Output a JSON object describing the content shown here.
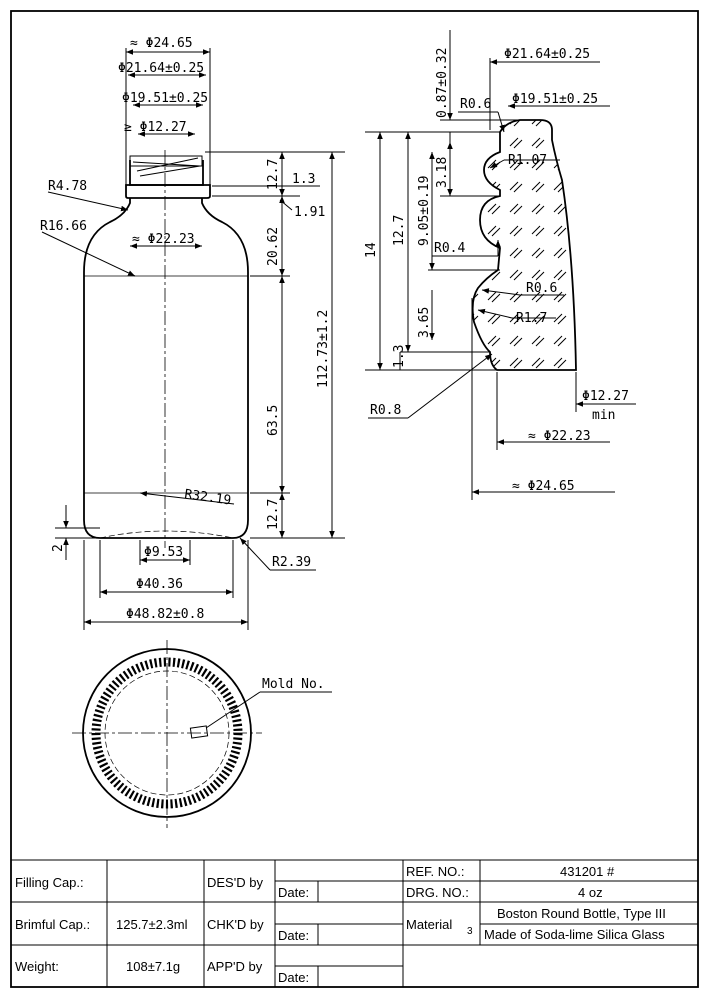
{
  "drawing": {
    "front": {
      "d_top_approx": "≈ Φ24.65",
      "d_thread": "Φ21.64±0.25",
      "d_neck": "Φ19.51±0.25",
      "d_bore": "≥ Φ12.27",
      "r_shoulder_top": "R4.78",
      "r_shoulder": "R16.66",
      "d_neck_base": "≈ Φ22.23",
      "dim_1_3": "1.3",
      "dim_1_91": "1.91",
      "dim_12_7_top": "12.7",
      "dim_20_62": "20.62",
      "dim_63_5": "63.5",
      "dim_12_7_bottom": "12.7",
      "dim_total": "112.73±1.2",
      "r_base": "R32.19",
      "r_heel": "R2.39",
      "dim_2": "2",
      "d_push_up": "Φ9.53",
      "d_bearing": "Φ40.36",
      "d_body": "Φ48.82±0.8"
    },
    "section": {
      "dim_0_87": "0.87±0.32",
      "d_thread": "Φ21.64±0.25",
      "r_0_6_top": "R0.6",
      "d_neck": "Φ19.51±0.25",
      "dim_3_18": "3.18",
      "r_1_07": "R1.07",
      "dim_14": "14",
      "dim_12_7": "12.7",
      "dim_9_05": "9.05±0.19",
      "r_0_4": "R0.4",
      "r_0_6_mid": "R0.6",
      "dim_3_65": "3.65",
      "r_1_7": "R1.7",
      "dim_1_3": "1.3",
      "r_0_8": "R0.8",
      "d_bore": "Φ12.27",
      "d_bore_note": "min",
      "d_neck_base": "≈ Φ22.23",
      "d_top": "≈ Φ24.65"
    },
    "bottom": {
      "mold_label": "Mold No."
    }
  },
  "title_block": {
    "filling_cap_label": "Filling Cap.:",
    "filling_cap_value": "",
    "brimful_cap_label": "Brimful Cap.:",
    "brimful_cap_value": "125.7±2.3ml",
    "weight_label": "Weight:",
    "weight_value": "108±7.1g",
    "desd_label": "DES'D by",
    "chkd_label": "CHK'D by",
    "appd_label": "APP'D by",
    "date_label": "Date:",
    "ref_label": "REF. NO.:",
    "ref_value": "431201 #",
    "drg_label": "DRG. NO.:",
    "drg_value": "4 oz",
    "material_label": "Material",
    "material_mark": "3",
    "material_line1": "Boston Round Bottle, Type III",
    "material_line2": "Made of Soda-lime Silica Glass"
  }
}
